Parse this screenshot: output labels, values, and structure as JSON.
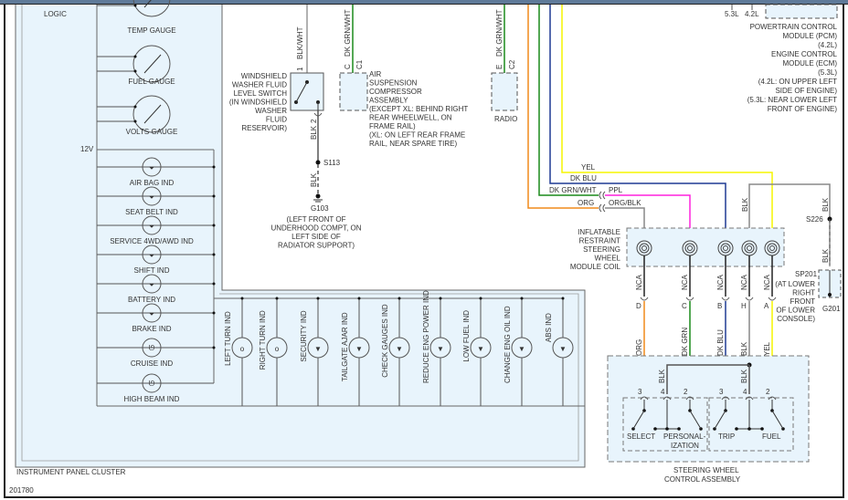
{
  "diagram_id": "201780",
  "cluster": {
    "title": "INSTRUMENT PANEL CLUSTER",
    "logic_label": "LOGIC",
    "voltage_label": "12V",
    "gauges": [
      "TEMP GAUGE",
      "FUEL GAUGE",
      "VOLTS GAUGE"
    ],
    "left_indicators": [
      "AIR BAG IND",
      "SEAT BELT IND",
      "SERVICE 4WD/AWD IND",
      "SHIFT IND",
      "BATTERY IND",
      "BRAKE IND",
      "CRUISE IND",
      "HIGH BEAM IND"
    ],
    "bottom_indicators": [
      "LEFT TURN IND",
      "RIGHT TURN IND",
      "SECURITY IND",
      "TAILGATE AJAR IND",
      "CHECK GAUGES IND",
      "REDUCE ENG POWER IND",
      "LOW FUEL IND",
      "CHANGE ENG OIL IND",
      "ABS IND"
    ]
  },
  "washer_switch": {
    "wire_top": "BLK/WHT",
    "pin_top": "1",
    "pin_bottom": "2",
    "wire_bottom": "BLK",
    "label": [
      "WINDSHIELD",
      "WASHER FLUID",
      "LEVEL SWITCH",
      "(IN WINDSHIELD",
      "WASHER",
      "FLUID",
      "RESERVOIR)"
    ],
    "splice": "S113",
    "ground_wire": "BLK",
    "ground": "G103",
    "ground_location": [
      "(LEFT FRONT OF",
      "UNDERHOOD COMPT, ON",
      "LEFT SIDE OF",
      "RADIATOR SUPPORT)"
    ]
  },
  "air_suspension": {
    "wire": "DK GRN/WHT",
    "pin": "C",
    "connector": "C1",
    "label": [
      "AIR",
      "SUSPENSION",
      "COMPRESSOR",
      "ASSEMBLY",
      "(EXCEPT XL: BEHIND RIGHT",
      "REAR WHEELWELL, ON",
      "FRAME RAIL)",
      "(XL: ON LEFT REAR FRAME",
      "RAIL, NEAR SPARE TIRE)"
    ]
  },
  "radio": {
    "wire": "DK GRN/WHT",
    "pin": "E",
    "connector": "C2",
    "label": "RADIO"
  },
  "pcm": {
    "tags": [
      "5.3L",
      "4.2L"
    ],
    "label": [
      "POWERTRAIN CONTROL",
      "MODULE (PCM)",
      "(4.2L)",
      "ENGINE CONTROL",
      "MODULE (ECM)",
      "(5.3L)",
      "(4.2L: ON UPPER LEFT",
      "SIDE OF ENGINE)",
      "(5.3L: NEAR LOWER LEFT",
      "FRONT OF ENGINE)"
    ]
  },
  "harness": {
    "wires": [
      "YEL",
      "DK BLU",
      "DK GRN/WHT",
      "ORG"
    ],
    "connector_wires": [
      "PPL",
      "ORG/BLK"
    ],
    "colors": {
      "yel": "#f5f500",
      "dkblu": "#1f3a93",
      "dkgrn": "#1a8a1a",
      "org": "#f08a1a",
      "ppl": "#ff22dd",
      "blk": "#777777",
      "wire_gray": "#888888"
    }
  },
  "clockspring": {
    "label": [
      "INFLATABLE",
      "RESTRAINT",
      "STEERING",
      "WHEEL",
      "MODULE COIL"
    ],
    "nca": "NCA",
    "pins": [
      "D",
      "C",
      "B",
      "H",
      "A"
    ],
    "wires_out": [
      "ORG",
      "DK GRN",
      "DK BLU",
      "BLK",
      "YEL"
    ]
  },
  "ground_right": {
    "wire_top": "BLK",
    "splice": "S226",
    "wire_mid": "BLK",
    "pin": "A",
    "splice_pack": "SP201",
    "location": [
      "(AT LOWER",
      "RIGHT",
      "FRONT",
      "OF LOWER",
      "CONSOLE)"
    ],
    "ground": "G201"
  },
  "swc": {
    "title": [
      "STEERING WHEEL",
      "CONTROL ASSEMBLY"
    ],
    "blk_label": "BLK",
    "pins_left": [
      "3",
      "4",
      "2"
    ],
    "pins_right": [
      "3",
      "4",
      "2"
    ],
    "switches": [
      "SELECT",
      "PERSONAL-",
      "IZATION",
      "TRIP",
      "FUEL"
    ]
  }
}
